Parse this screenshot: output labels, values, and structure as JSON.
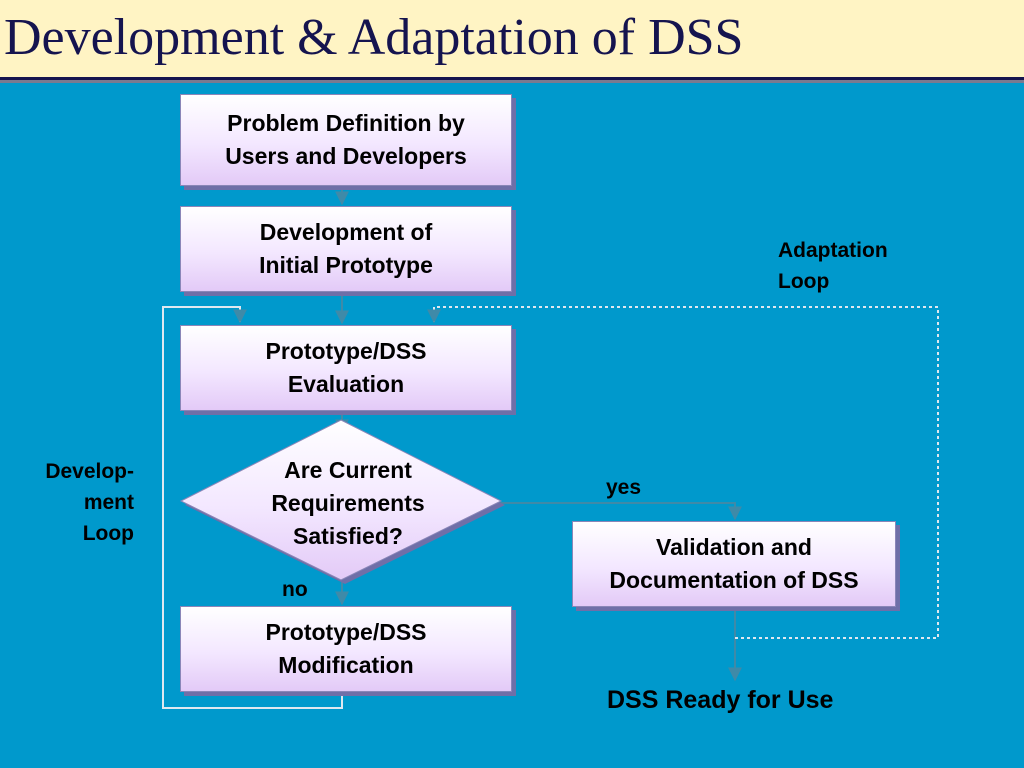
{
  "title": "Development & Adaptation of DSS",
  "boxes": {
    "problem_definition": "Problem Definition by\nUsers and Developers",
    "initial_prototype": "Development of\nInitial Prototype",
    "evaluation": "Prototype/DSS\nEvaluation",
    "modification": "Prototype/DSS\nModification",
    "validation": "Validation and\nDocumentation of DSS"
  },
  "decision": "Are Current\nRequirements\nSatisfied?",
  "labels": {
    "yes": "yes",
    "no": "no",
    "development_loop": "Develop-\nment\nLoop",
    "adaptation_loop": "Adaptation\nLoop",
    "ready": "DSS Ready for Use"
  },
  "colors": {
    "background": "#0099cc",
    "title_background": "#fff4c4",
    "title_text": "#15144f",
    "arrow": "#3f8aa8",
    "loop_line": "#dfe8f0"
  }
}
